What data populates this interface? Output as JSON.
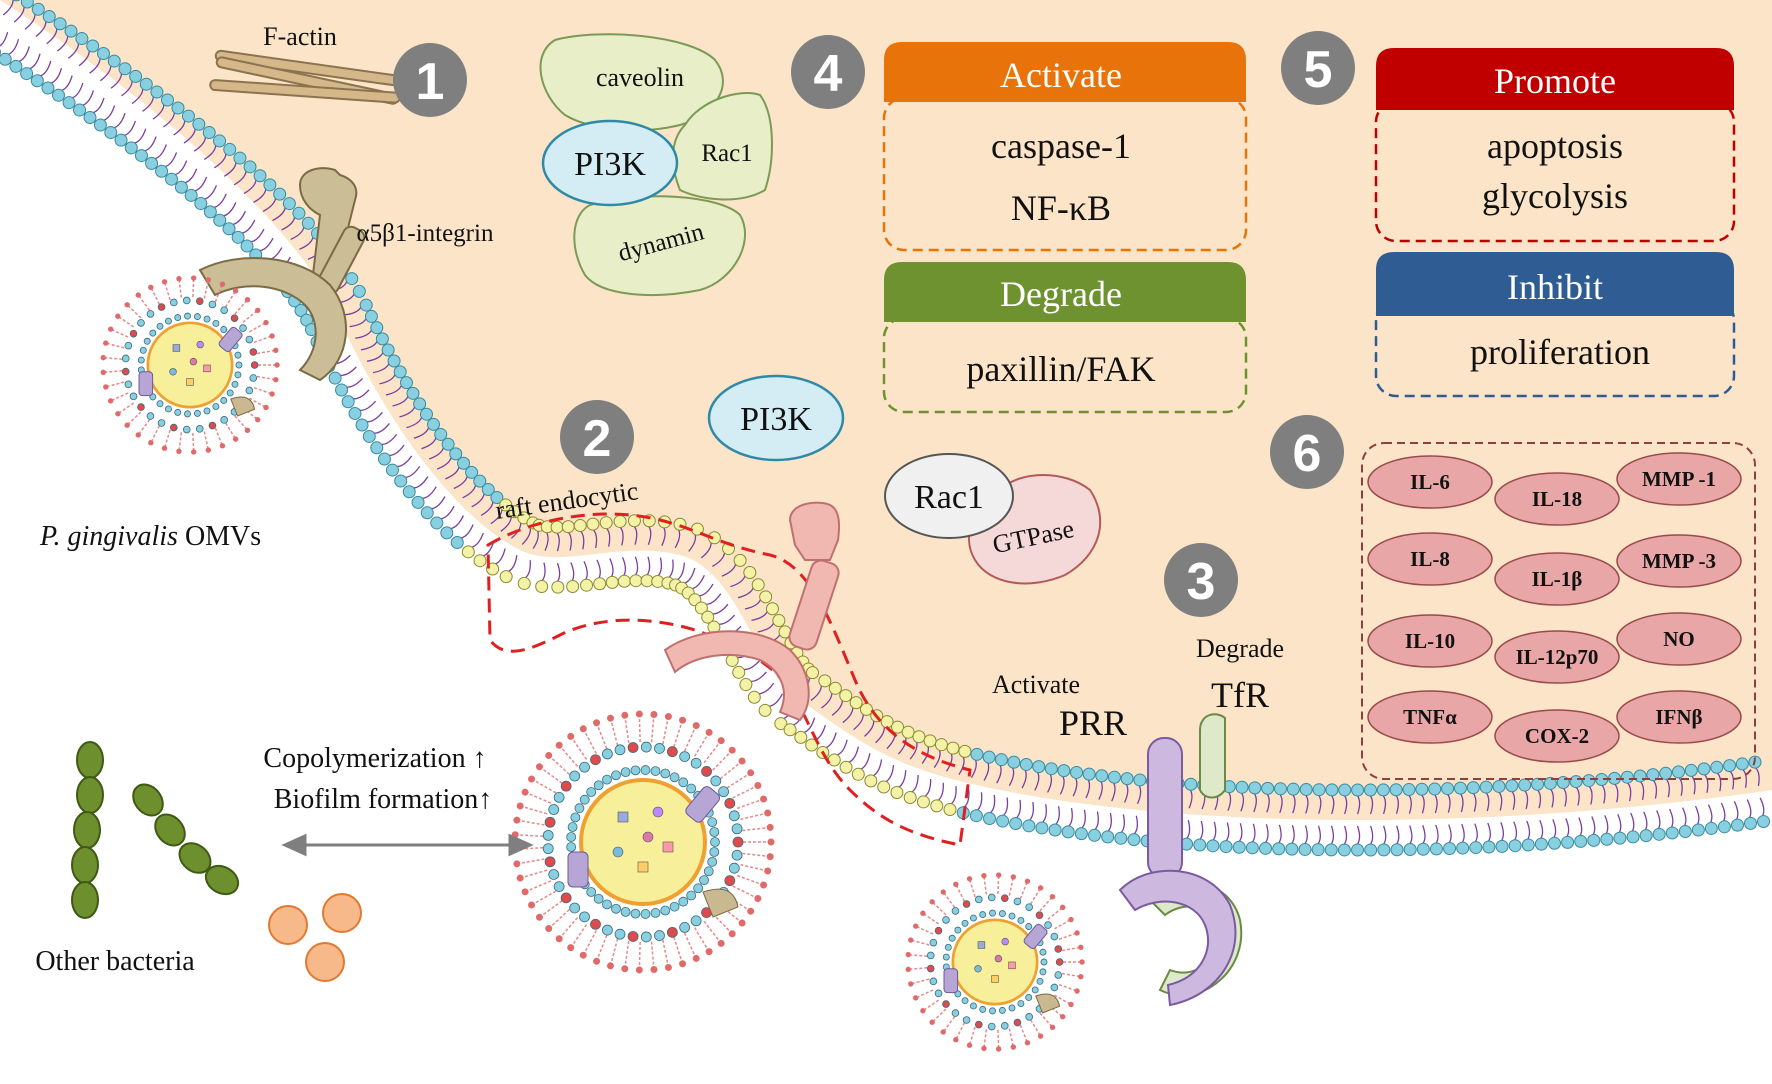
{
  "labels": {
    "factin": "F-actin",
    "integrin": "α5β1-integrin",
    "omv_italic": "P. gingivalis",
    "omv_rest": " OMVs",
    "raft": "raft endocytic",
    "other_bacteria": "Other bacteria",
    "copolymerization": "Copolymerization ↑",
    "biofilm": "Biofilm formation↑",
    "activate_small": "Activate",
    "prr": "PRR",
    "degrade_small": "Degrade",
    "tfr": "TfR"
  },
  "steps": [
    "1",
    "2",
    "3",
    "4",
    "5",
    "6"
  ],
  "complex1": {
    "caveolin": "caveolin",
    "pi3k": "PI3K",
    "rac1": "Rac1",
    "dynamin": "dynamin"
  },
  "complex2": {
    "pi3k": "PI3K",
    "rac1": "Rac1",
    "gtpase": "GTPase"
  },
  "box_activate": {
    "header": "Activate",
    "items": [
      "caspase-1",
      "NF-κB"
    ],
    "color": "#e8730a"
  },
  "box_degrade": {
    "header": "Degrade",
    "items": [
      "paxillin/FAK"
    ],
    "color": "#6f9230"
  },
  "box_promote": {
    "header": "Promote",
    "items": [
      "apoptosis",
      "glycolysis"
    ],
    "color": "#c00000"
  },
  "box_inhibit": {
    "header": "Inhibit",
    "items": [
      "proliferation"
    ],
    "color": "#2e5c93"
  },
  "cytokines": [
    "IL-6",
    "IL-18",
    "MMP -1",
    "IL-8",
    "IL-1β",
    "MMP -3",
    "IL-10",
    "IL-12p70",
    "NO",
    "TNFα",
    "COX-2",
    "IFNβ"
  ],
  "colors": {
    "cytoplasm": "#fbe4c8",
    "membrane_head": "#88cfe0",
    "raft_head": "#f4f2a6",
    "tail": "#7a3ea0",
    "step_circle": "#7f7f7f",
    "cytokine_fill": "#e8a6a6"
  }
}
